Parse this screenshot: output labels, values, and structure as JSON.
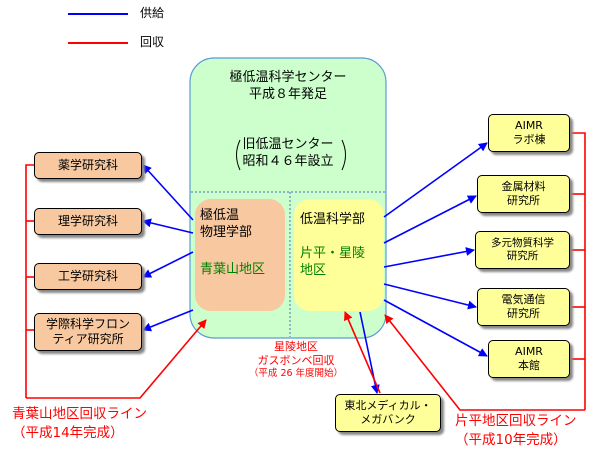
{
  "legend": {
    "supply": "供給",
    "recovery": "回収"
  },
  "center": {
    "title_line1": "極低温科学センター",
    "title_line2": "平成８年発足",
    "old_center_line1": "旧低温センター",
    "old_center_line2": "昭和４６年設立"
  },
  "aobayama_unit": {
    "line1": "極低温",
    "line2": "物理学部",
    "area": "青葉山地区"
  },
  "katahira_unit": {
    "line1": "低温科学部",
    "area_line1": "片平・星陵",
    "area_line2": "地区"
  },
  "left_boxes": [
    {
      "line1": "薬学研究科",
      "line2": ""
    },
    {
      "line1": "理学研究科",
      "line2": ""
    },
    {
      "line1": "工学研究科",
      "line2": ""
    },
    {
      "line1": "学際科学フロン",
      "line2": "ティア研究所"
    }
  ],
  "right_boxes": [
    {
      "line1": "AIMR",
      "line2": "ラボ棟"
    },
    {
      "line1": "金属材料",
      "line2": "研究所"
    },
    {
      "line1": "多元物質科学",
      "line2": "研究所"
    },
    {
      "line1": "電気通信",
      "line2": "研究所"
    },
    {
      "line1": "AIMR",
      "line2": "本館"
    }
  ],
  "megabank": {
    "line1": "東北メディカル・",
    "line2": "メガバンク"
  },
  "seiryo_note": {
    "line1": "星陵地区",
    "line2": "ガスボンベ回収",
    "line3": "（平成 26 年度開始）"
  },
  "aobayama_line": {
    "line1": "青葉山地区回収ライン",
    "line2": "（平成14年完成）"
  },
  "katahira_line": {
    "line1": "片平地区回収ライン",
    "line2": "（平成10年完成）"
  },
  "colors": {
    "supply": "#0000ff",
    "recovery": "#ff0000",
    "center_bg": "#ccffcc",
    "left_box_bg": "#f8c9a0",
    "right_box_bg": "#ffff99"
  }
}
